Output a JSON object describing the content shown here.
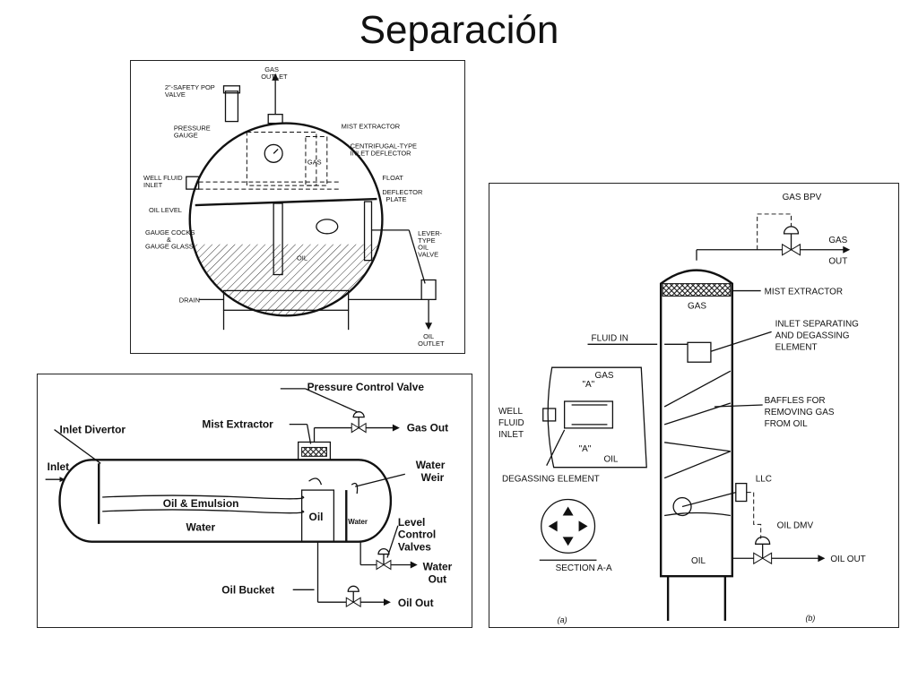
{
  "slide": {
    "title": "Separación"
  },
  "diagram_a": {
    "labels": {
      "gas_outlet_1": "GAS",
      "gas_outlet_2": "OUTLET",
      "safety_1": "2\"-SAFETY POP",
      "safety_2": "VALVE",
      "pressure_1": "PRESSURE",
      "pressure_2": "GAUGE",
      "mist": "MIST EXTRACTOR",
      "centrifugal_1": "CENTRIFUGAL-TYPE",
      "centrifugal_2": "INLET DEFLECTOR",
      "gas": "GAS",
      "well_1": "WELL FLUID",
      "well_2": "INLET",
      "float": "FLOAT",
      "deflector_1": "DEFLECTOR",
      "deflector_2": "PLATE",
      "oil_level": "OIL LEVEL",
      "gauge_cocks_1": "GAUGE COCKS",
      "gauge_cocks_2": "&",
      "gauge_cocks_3": "GAUGE GLASS",
      "lever_1": "LEVER-",
      "lever_2": "TYPE",
      "lever_3": "OIL",
      "lever_4": "VALVE",
      "oil": "OIL",
      "drain": "DRAIN",
      "oil_outlet_1": "OIL",
      "oil_outlet_2": "OUTLET"
    }
  },
  "diagram_b": {
    "labels": {
      "pcv": "Pressure Control Valve",
      "mist": "Mist Extractor",
      "gas_out": "Gas Out",
      "inlet_divertor": "Inlet Divertor",
      "inlet": "Inlet",
      "water_weir_1": "Water",
      "water_weir_2": "Weir",
      "oil_emulsion": "Oil & Emulsion",
      "oil": "Oil",
      "water_small": "Water",
      "water": "Water",
      "level_1": "Level",
      "level_2": "Control",
      "level_3": "Valves",
      "water_out_1": "Water",
      "water_out_2": "Out",
      "oil_bucket": "Oil Bucket",
      "oil_out": "Oil Out"
    }
  },
  "diagram_c": {
    "labels": {
      "gas_bpv": "GAS BPV",
      "gas_out_1": "GAS",
      "gas_out_2": "OUT",
      "mist": "MIST EXTRACTOR",
      "gas": "GAS",
      "fluid_in": "FLUID IN",
      "inlet_sep_1": "INLET SEPARATING",
      "inlet_sep_2": "AND DEGASSING",
      "inlet_sep_3": "ELEMENT",
      "detail_gas": "GAS",
      "detail_a_top": "\"A\"",
      "detail_a_bottom": "\"A\"",
      "detail_oil": "OIL",
      "well_1": "WELL",
      "well_2": "FLUID",
      "well_3": "INLET",
      "baffles_1": "BAFFLES FOR",
      "baffles_2": "REMOVING GAS",
      "baffles_3": "FROM OIL",
      "degassing": "DEGASSING ELEMENT",
      "llc": "LLC",
      "oil_dmv": "OIL DMV",
      "section": "SECTION A-A",
      "oil": "OIL",
      "oil_out": "OIL OUT",
      "fig_a": "(a)",
      "fig_b": "(b)"
    }
  }
}
